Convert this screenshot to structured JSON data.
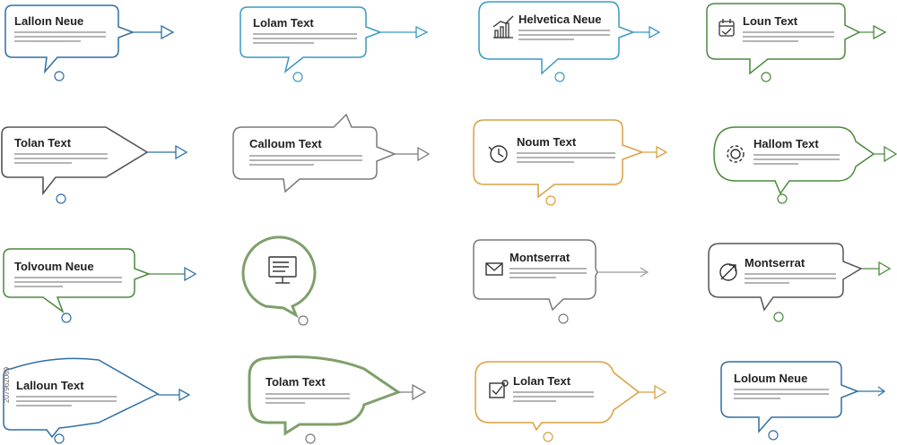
{
  "side_text": "207962069",
  "colors": {
    "blue": "#2f6fa3",
    "teal": "#3a9ac2",
    "green": "#4a8a3c",
    "sage": "#7ea06a",
    "gray": "#7a7a7a",
    "darkgray": "#555555",
    "orange": "#d9a040"
  },
  "callouts": [
    {
      "label": "Lalloın Neue",
      "icon": "none"
    },
    {
      "label": "Lolam Text",
      "icon": "none"
    },
    {
      "label": "Helvetica Neue",
      "icon": "bar-chart-icon"
    },
    {
      "label": "Loun Text",
      "icon": "calendar-check-icon"
    },
    {
      "label": "Tolan Text",
      "icon": "none"
    },
    {
      "label": "Calloum Text",
      "icon": "none"
    },
    {
      "label": "Noum Text",
      "icon": "clock-icon"
    },
    {
      "label": "Hallom Text",
      "icon": "gear-icon"
    },
    {
      "label": "Tolvoum Neue",
      "icon": "none"
    },
    {
      "label": "",
      "icon": "monitor-icon"
    },
    {
      "label": "Montserrat",
      "icon": "envelope-icon"
    },
    {
      "label": "Montserrat",
      "icon": "sync-icon"
    },
    {
      "label": "Lalloun Text",
      "icon": "none"
    },
    {
      "label": "Tolam Text",
      "icon": "none"
    },
    {
      "label": "Lolan Text",
      "icon": "checklist-icon"
    },
    {
      "label": "Loloum Neue",
      "icon": "none"
    }
  ]
}
